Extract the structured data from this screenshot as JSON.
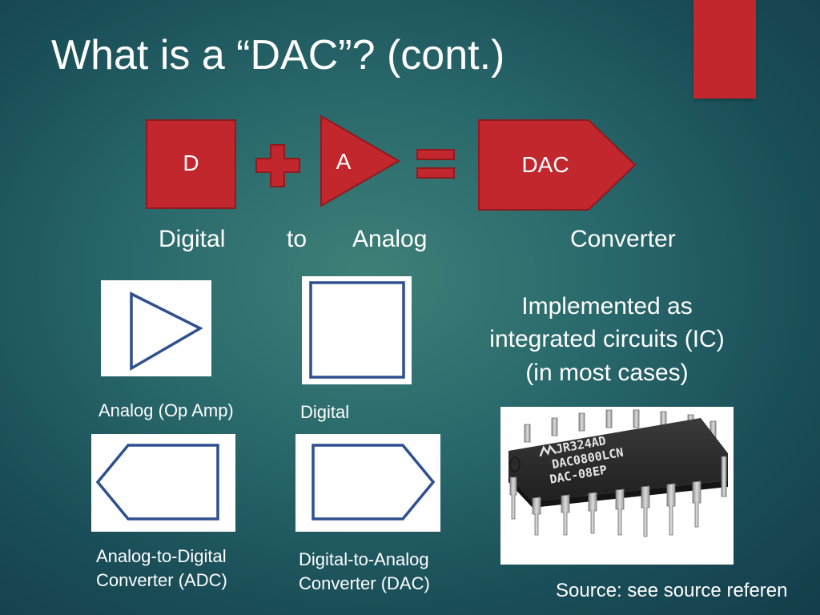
{
  "slide": {
    "title": "What is a “DAC”? (cont.)"
  },
  "equation": {
    "d_label": "D",
    "a_label": "A",
    "dac_label": "DAC",
    "words": [
      "Digital",
      "to",
      "Analog",
      "Converter"
    ]
  },
  "symbols": {
    "op_amp_caption": "Analog (Op Amp)",
    "digital_caption": "Digital",
    "adc_caption_line1": "Analog-to-Digital",
    "adc_caption_line2": "Converter (ADC)",
    "dac_caption_line1": "Digital-to-Analog",
    "dac_caption_line2": "Converter (DAC)"
  },
  "implemented": {
    "line1": "Implemented as",
    "line2": "integrated circuits (IC)",
    "line3": "(in most cases)"
  },
  "chip_photo": {
    "marking_line1": "JR324AD",
    "marking_line2": "DAC0800LCN",
    "marking_line3": "DAC-08EP"
  },
  "source": "Source: see source referen",
  "colors": {
    "accent_red": "#c1272d",
    "symbol_blue": "#2f4f8f",
    "text": "#ffffff"
  }
}
